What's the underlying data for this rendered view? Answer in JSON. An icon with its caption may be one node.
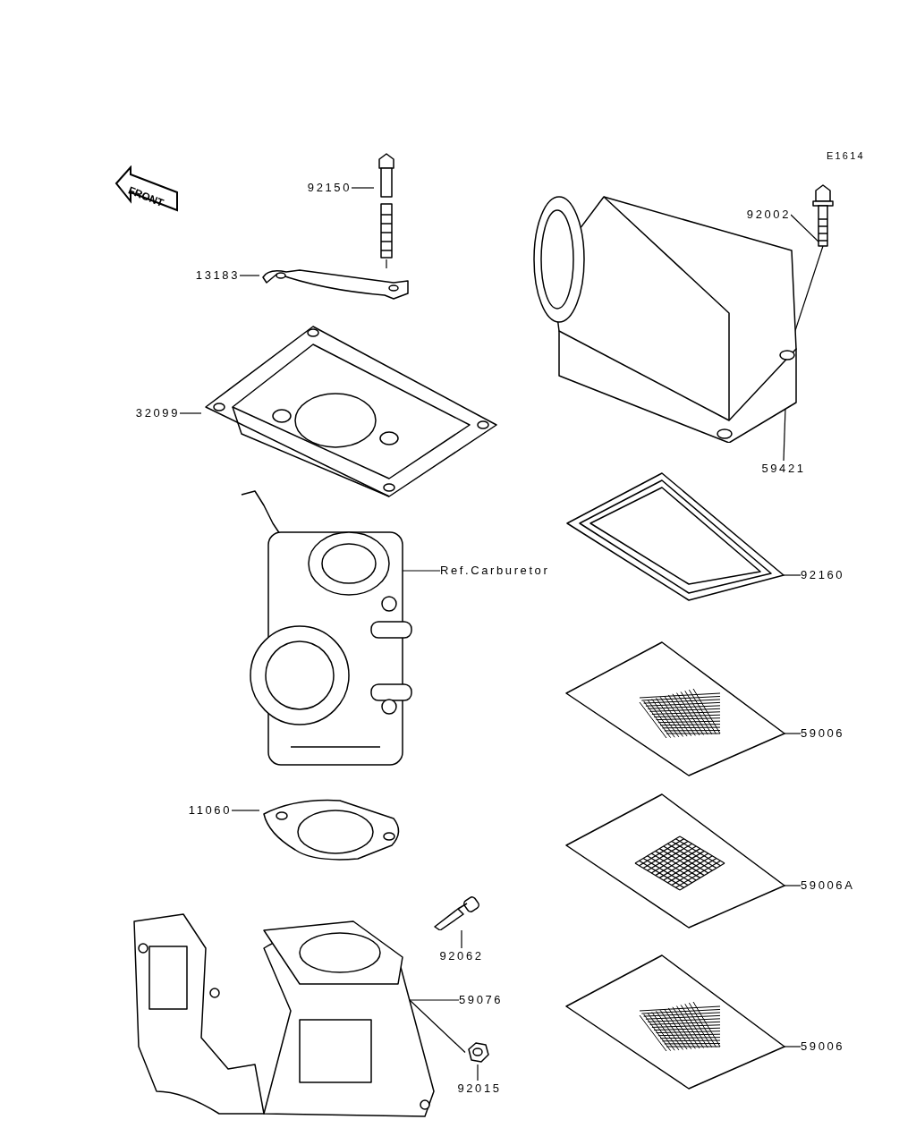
{
  "diagram": {
    "nodes": [
      {
        "text": [
          "FRONT"
        ]
      },
      {
        "text": [
          "92150"
        ]
      },
      {
        "text": [],
        "shape": "picture"
      },
      {
        "text": [
          "13183"
        ]
      },
      {
        "text": [],
        "shape": "picture"
      },
      {
        "text": [
          "32099"
        ]
      },
      {
        "text": [],
        "shape": "picture"
      },
      {
        "text": [
          "Ref.Carburetor"
        ]
      },
      {
        "text": [],
        "shape": "picture"
      },
      {
        "text": [
          "11060"
        ]
      },
      {
        "text": [],
        "shape": "picture"
      },
      {
        "text": [
          "92062"
        ]
      },
      {
        "text": [],
        "shape": "picture"
      },
      {
        "text": [
          "59076"
        ]
      },
      {
        "text": [],
        "shape": "picture"
      },
      {
        "text": [
          "92015"
        ]
      },
      {
        "text": [],
        "shape": "picture"
      },
      {
        "text": [
          "92002"
        ]
      },
      {
        "text": [],
        "shape": "picture"
      },
      {
        "text": [
          "59421"
        ]
      },
      {
        "text": [],
        "shape": "picture"
      },
      {
        "text": [
          "92160"
        ]
      },
      {
        "text": [],
        "shape": "picture"
      },
      {
        "text": [
          "59006"
        ]
      },
      {
        "text": [],
        "shape": "picture"
      },
      {
        "text": [
          "59006A"
        ]
      },
      {
        "text": [],
        "shape": "picture"
      },
      {
        "text": [
          "59006"
        ]
      },
      {
        "text": [],
        "shape": "picture"
      }
    ],
    "edges": [
      {
        "from": 1,
        "to": 2,
        "arrow": "none"
      },
      {
        "from": 3,
        "to": 4,
        "arrow": "none"
      },
      {
        "from": 2,
        "to": 4,
        "arrow": "none"
      },
      {
        "from": 5,
        "to": 6,
        "arrow": "none"
      },
      {
        "from": 7,
        "to": 8,
        "arrow": "none"
      },
      {
        "from": 9,
        "to": 10,
        "arrow": "none"
      },
      {
        "from": 11,
        "to": 12,
        "arrow": "none"
      },
      {
        "from": 13,
        "to": 14,
        "arrow": "none"
      },
      {
        "from": 15,
        "to": 16,
        "arrow": "none"
      },
      {
        "from": 16,
        "to": 14,
        "arrow": "none"
      },
      {
        "from": 17,
        "to": 18,
        "arrow": "none"
      },
      {
        "from": 18,
        "to": 20,
        "arrow": "none"
      },
      {
        "from": 19,
        "to": 20,
        "arrow": "none"
      },
      {
        "from": 21,
        "to": 22,
        "arrow": "none"
      },
      {
        "from": 23,
        "to": 24,
        "arrow": "none"
      },
      {
        "from": 25,
        "to": 26,
        "arrow": "none"
      },
      {
        "from": 27,
        "to": 28,
        "arrow": "none"
      }
    ],
    "labels": [
      "E1614"
    ]
  }
}
